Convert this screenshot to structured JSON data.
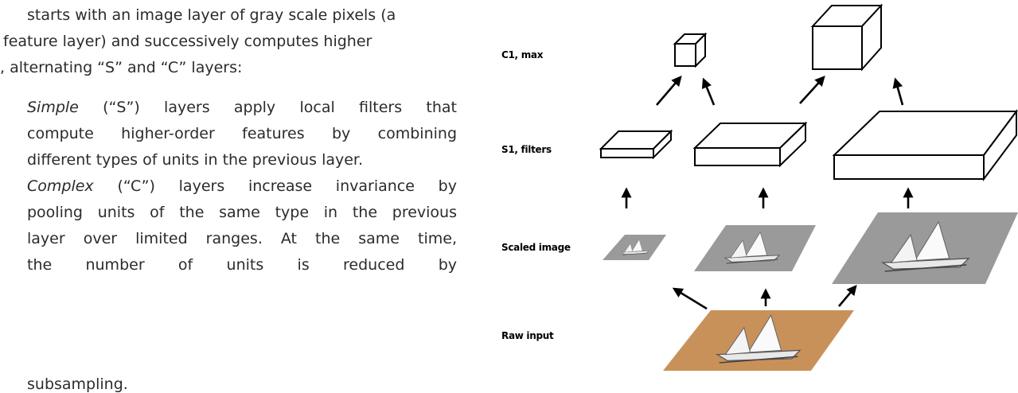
{
  "text": {
    "l1": "starts with an image layer of gray scale pixels (a",
    "l2": "feature layer) and successively computes higher",
    "l3": ", alternating “S” and “C” layers:",
    "simple_word": "Simple",
    "l4_rest": " (“S”) layers apply local filters that",
    "l5": "compute higher-order features by combining",
    "l6": "different types of units in the previous layer.",
    "complex_word": "Complex",
    "l7_rest": " (“C”) layers increase invariance by",
    "l8": "pooling units of the same type in the previous",
    "l9": "layer over limited ranges. At the same time,",
    "l10": "the number of units is reduced by",
    "l11": "subsampling."
  },
  "diagram": {
    "labels": {
      "c1": "C1, max",
      "s1": "S1, filters",
      "scaled": "Scaled image",
      "raw": "Raw input"
    }
  },
  "colors": {
    "raw_image": "#c9915a",
    "scaled_image": "#9a9a9a",
    "sail": "#f2f2f2"
  }
}
